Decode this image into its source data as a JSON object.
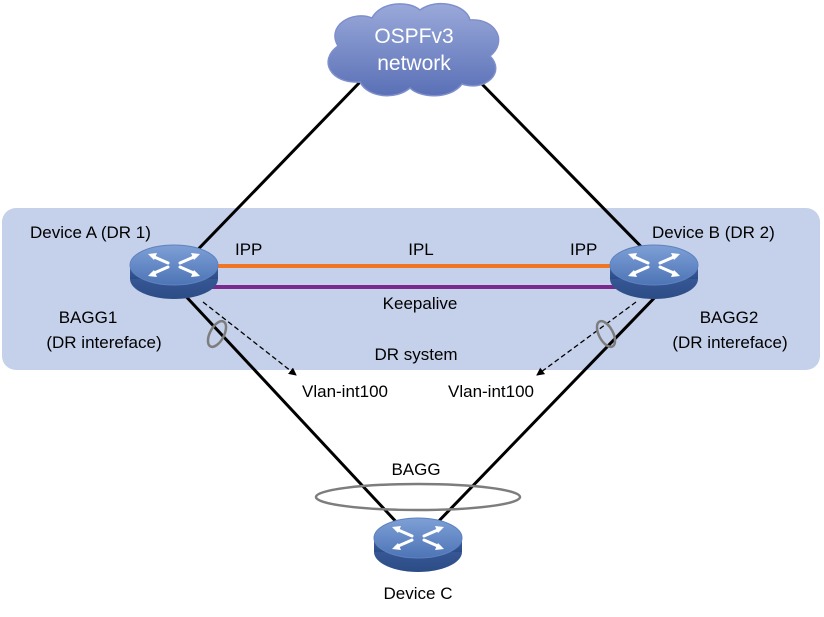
{
  "cloud": {
    "line1": "OSPFv3",
    "line2": "network"
  },
  "device_a": {
    "name": "Device A (DR 1)",
    "agg": "BAGG1",
    "agg_role": "(DR intereface)"
  },
  "device_b": {
    "name": "Device B (DR 2)",
    "agg": "BAGG2",
    "agg_role": "(DR intereface)"
  },
  "device_c": {
    "name": "Device C",
    "agg": "BAGG"
  },
  "links": {
    "ipp_left": "IPP",
    "ipl": "IPL",
    "ipp_right": "IPP",
    "keepalive": "Keepalive"
  },
  "system": {
    "label": "DR system"
  },
  "vlan": {
    "left": "Vlan-int100",
    "right": "Vlan-int100"
  },
  "colors": {
    "dr_system_bg": "#c5d1ea",
    "ipl": "#f07626",
    "keepalive": "#7a2a8c",
    "switch": "#4f77b8",
    "cloud": "#6e84c4"
  }
}
